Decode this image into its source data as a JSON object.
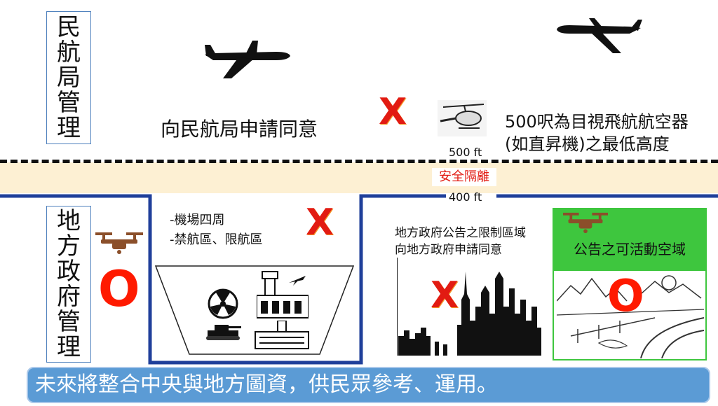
{
  "civil_aviation": {
    "side_label": [
      "民",
      "航",
      "局",
      "管",
      "理"
    ],
    "apply_text": "向民航局申請同意",
    "prohibited_mark": "X",
    "min_altitude_text_line1": "500呎為目視飛航航空器",
    "min_altitude_text_line2": "(如直昇機)之最低高度",
    "altitude_500": "500 ft"
  },
  "buffer": {
    "label": "安全隔離",
    "altitude_400": "400 ft"
  },
  "local_government": {
    "side_label": [
      "地",
      "方",
      "政",
      "府",
      "管",
      "理"
    ],
    "allowed_mark": "O",
    "restricted_zone": {
      "line1": "-機場四周",
      "line2": "-禁航區、限航區",
      "mark": "X"
    },
    "announced_restricted": {
      "line1": "地方政府公告之限制區域",
      "line2": "向地方政府申請同意",
      "mark": "X"
    },
    "announced_allowed": {
      "label": "公告之可活動空域",
      "mark": "O",
      "header_color": "#3ec63e"
    }
  },
  "footer": {
    "text": "未來將整合中央與地方圖資，供民眾參考、運用。"
  },
  "icons": [
    "airplane-icon",
    "airplane-icon",
    "helicopter-icon",
    "drone-icon",
    "drone-icon",
    "radiation-icon",
    "tank-icon",
    "control-tower-icon",
    "government-building-icon",
    "city-skyline-icon",
    "landscape-icon"
  ],
  "colors": {
    "accent_red": "#e21b12",
    "border_blue": "#1f3f9a",
    "band": "#fdf0d3",
    "footer": "#5b9bd5",
    "green": "#3ec63e"
  }
}
